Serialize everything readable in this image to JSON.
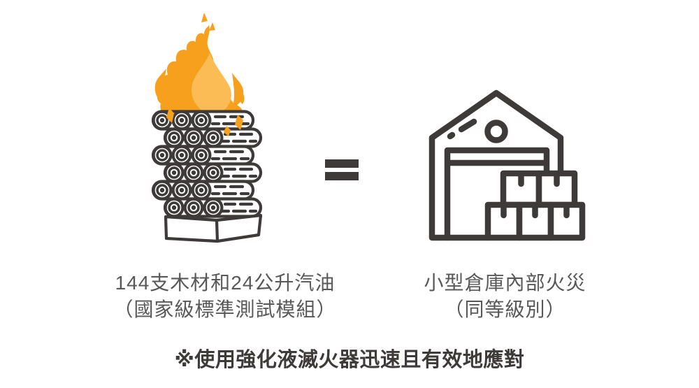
{
  "comparison": {
    "left": {
      "icon": "burning-wood-stack-icon",
      "caption_line1": "144支木材和24公升汽油",
      "caption_line2": "（國家級標準測試模組）"
    },
    "operator": "=",
    "right": {
      "icon": "warehouse-boxes-icon",
      "caption_line1": "小型倉庫內部火災",
      "caption_line2": "（同等級別）"
    }
  },
  "footnote": "※使用強化液滅火器迅速且有效地應對",
  "colors": {
    "outline": "#3E3A39",
    "caption_text": "#595757",
    "footnote_text": "#3E3A39",
    "flame_outer": "#F7A01E",
    "flame_inner": "#FBBC55",
    "background": "#FFFFFF"
  }
}
